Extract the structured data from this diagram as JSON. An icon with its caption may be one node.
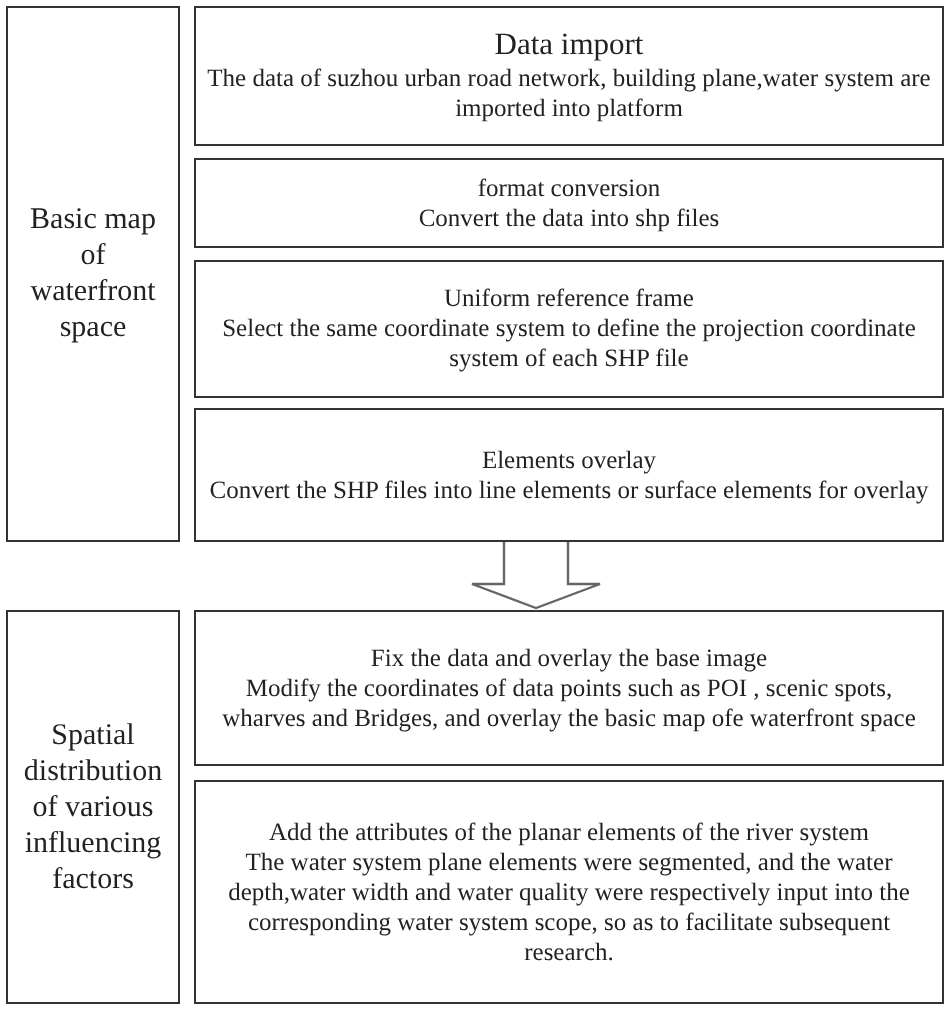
{
  "diagram": {
    "nodes": [
      {
        "text": [
          "Basic map of waterfront space"
        ]
      },
      {
        "text": [
          "Data import",
          "The data of suzhou urban road network, building plane,water system are imported into platform"
        ]
      },
      {
        "text": [
          "format conversion",
          "Convert the data into shp files"
        ]
      },
      {
        "text": [
          "Uniform reference frame",
          "Select the same coordinate system to define the projection coordinate system of each SHP file"
        ]
      },
      {
        "text": [
          "Elements overlay",
          "Convert the SHP files into line elements or surface elements for overlay"
        ]
      },
      {
        "text": [
          "Spatial distribution of various influencing factors"
        ]
      },
      {
        "text": [
          "Fix the data and overlay the base image",
          "Modify the coordinates of data points such as POI , scenic spots, wharves and Bridges, and overlay the basic map ofe waterfront space"
        ]
      },
      {
        "text": [
          "Add the attributes of the planar elements of the river system",
          "The water system plane elements were segmented, and the water depth,water width and water quality were respectively input into the corresponding water system scope, so as to facilitate subsequent research."
        ]
      }
    ],
    "edges": [
      {
        "from": 4,
        "to": 6,
        "arrow": "to"
      }
    ]
  }
}
